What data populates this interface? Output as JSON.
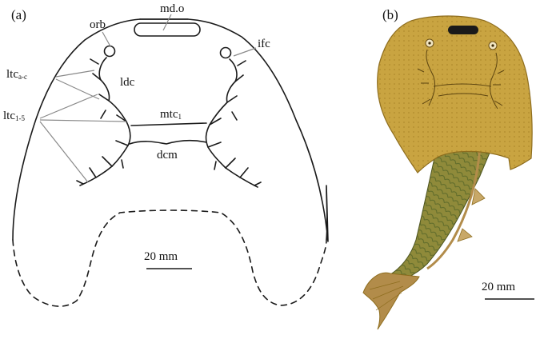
{
  "panel_a": {
    "label": "(a)",
    "labels": {
      "md_o": "md.o",
      "orb": "orb",
      "ifc": "ifc",
      "ltc_ac_main": "ltc",
      "ltc_ac_sub": "a-c",
      "ldc": "ldc",
      "ltc_15_main": "ltc",
      "ltc_15_sub": "1-5",
      "mtc_main": "mtc",
      "mtc_sub": "1",
      "dcm": "dcm"
    },
    "scale_bar": "20 mm"
  },
  "panel_b": {
    "label": "(b)",
    "scale_bar": "20 mm"
  },
  "colors": {
    "line": "#1a1a1a",
    "leader": "#8a8a8a",
    "head_fill": "#c9a441",
    "head_edge": "#8e6d1e",
    "tail_fill": "#8f8a3a",
    "tail_scale": "#5d6a2a",
    "fin": "#b28c4a"
  }
}
